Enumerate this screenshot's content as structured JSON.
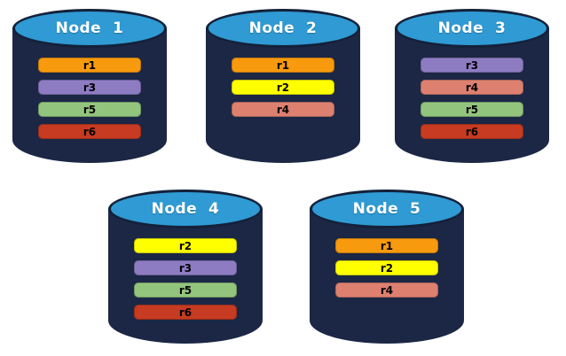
{
  "background": "#FFFFFF",
  "theme": {
    "cylinder_body": "#1B2745",
    "cylinder_top": "#2F9AD3",
    "cylinder_border": "#14213A",
    "title_color": "#FFFFFF",
    "bar_text_color": "#000000"
  },
  "palette": {
    "r1": "#F89A0E",
    "r2": "#FFFF00",
    "r3": "#8E7CC3",
    "r4": "#DD8070",
    "r5": "#93C47D",
    "r6": "#C63B21"
  },
  "nodes": [
    {
      "label": "Node  1",
      "bars": [
        {
          "label": "r1",
          "color": "#F89A0E"
        },
        {
          "label": "r3",
          "color": "#8E7CC3"
        },
        {
          "label": "r5",
          "color": "#93C47D"
        },
        {
          "label": "r6",
          "color": "#C63B21"
        }
      ]
    },
    {
      "label": "Node  2",
      "bars": [
        {
          "label": "r1",
          "color": "#F89A0E"
        },
        {
          "label": "r2",
          "color": "#FFFF00"
        },
        {
          "label": "r4",
          "color": "#DD8070"
        }
      ]
    },
    {
      "label": "Node  3",
      "bars": [
        {
          "label": "r3",
          "color": "#8E7CC3"
        },
        {
          "label": "r4",
          "color": "#DD8070"
        },
        {
          "label": "r5",
          "color": "#93C47D"
        },
        {
          "label": "r6",
          "color": "#C63B21"
        }
      ]
    },
    {
      "label": "Node  4",
      "bars": [
        {
          "label": "r2",
          "color": "#FFFF00"
        },
        {
          "label": "r3",
          "color": "#8E7CC3"
        },
        {
          "label": "r5",
          "color": "#93C47D"
        },
        {
          "label": "r6",
          "color": "#C63B21"
        }
      ]
    },
    {
      "label": "Node  5",
      "bars": [
        {
          "label": "r1",
          "color": "#F89A0E"
        },
        {
          "label": "r2",
          "color": "#FFFF00"
        },
        {
          "label": "r4",
          "color": "#DD8070"
        }
      ]
    }
  ]
}
